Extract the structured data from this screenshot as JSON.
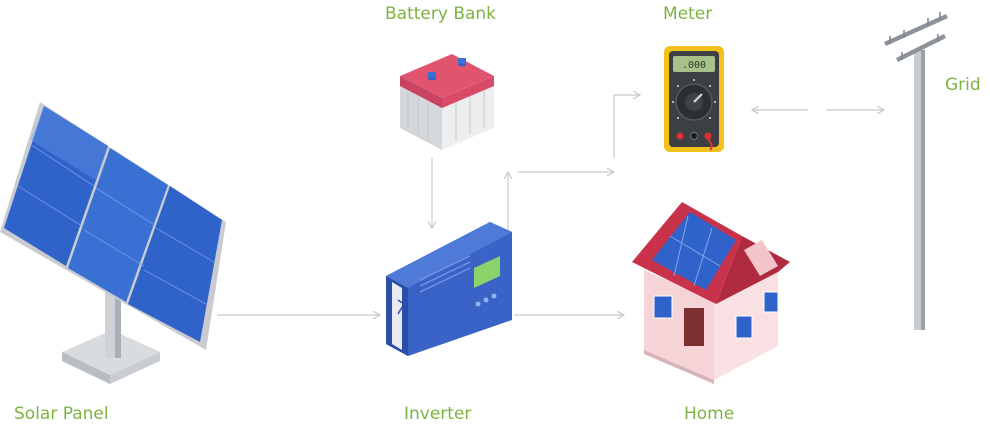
{
  "labels": {
    "battery": "Battery Bank",
    "meter": "Meter",
    "grid": "Grid",
    "solar": "Solar Panel",
    "inverter": "Inverter",
    "home": "Home"
  },
  "meter_display": ".000",
  "colors": {
    "label": "#7cb342",
    "connector": "#cfd3d6",
    "panel_blue": "#2f63c9",
    "inverter_blue": "#3a63c7",
    "battery_red": "#e0546e",
    "meter_yellow": "#f2c21b",
    "roof_red": "#c8324a",
    "house_wall": "#f6d3d6"
  }
}
